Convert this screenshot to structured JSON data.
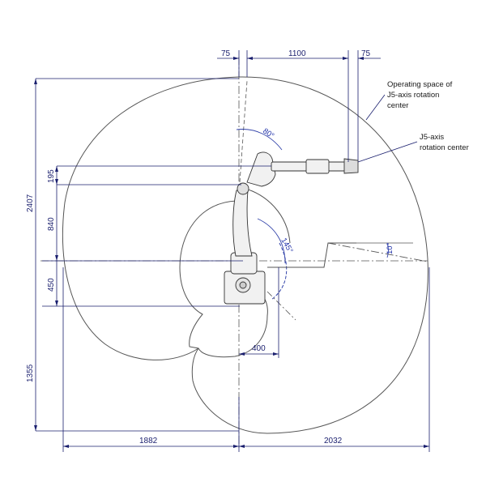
{
  "dimensions": {
    "top_left": "75",
    "top_center": "1100",
    "top_right": "75",
    "left_total": "2407",
    "left_195": "195",
    "left_840": "840",
    "left_450": "450",
    "left_1355": "1355",
    "bottom_left": "1882",
    "bottom_right": "2032",
    "inner_400": "400"
  },
  "angles": {
    "a80": "80°",
    "a145": "145°",
    "a10": "10°"
  },
  "annotations": {
    "operating_space_line1": "Operating space of",
    "operating_space_line2": "J5-axis rotation",
    "operating_space_line3": "center",
    "j5_line1": "J5-axis",
    "j5_line2": "rotation center"
  },
  "colors": {
    "envelope": "#555555",
    "dimension": "#1a1f6e",
    "robot": "#333333"
  }
}
